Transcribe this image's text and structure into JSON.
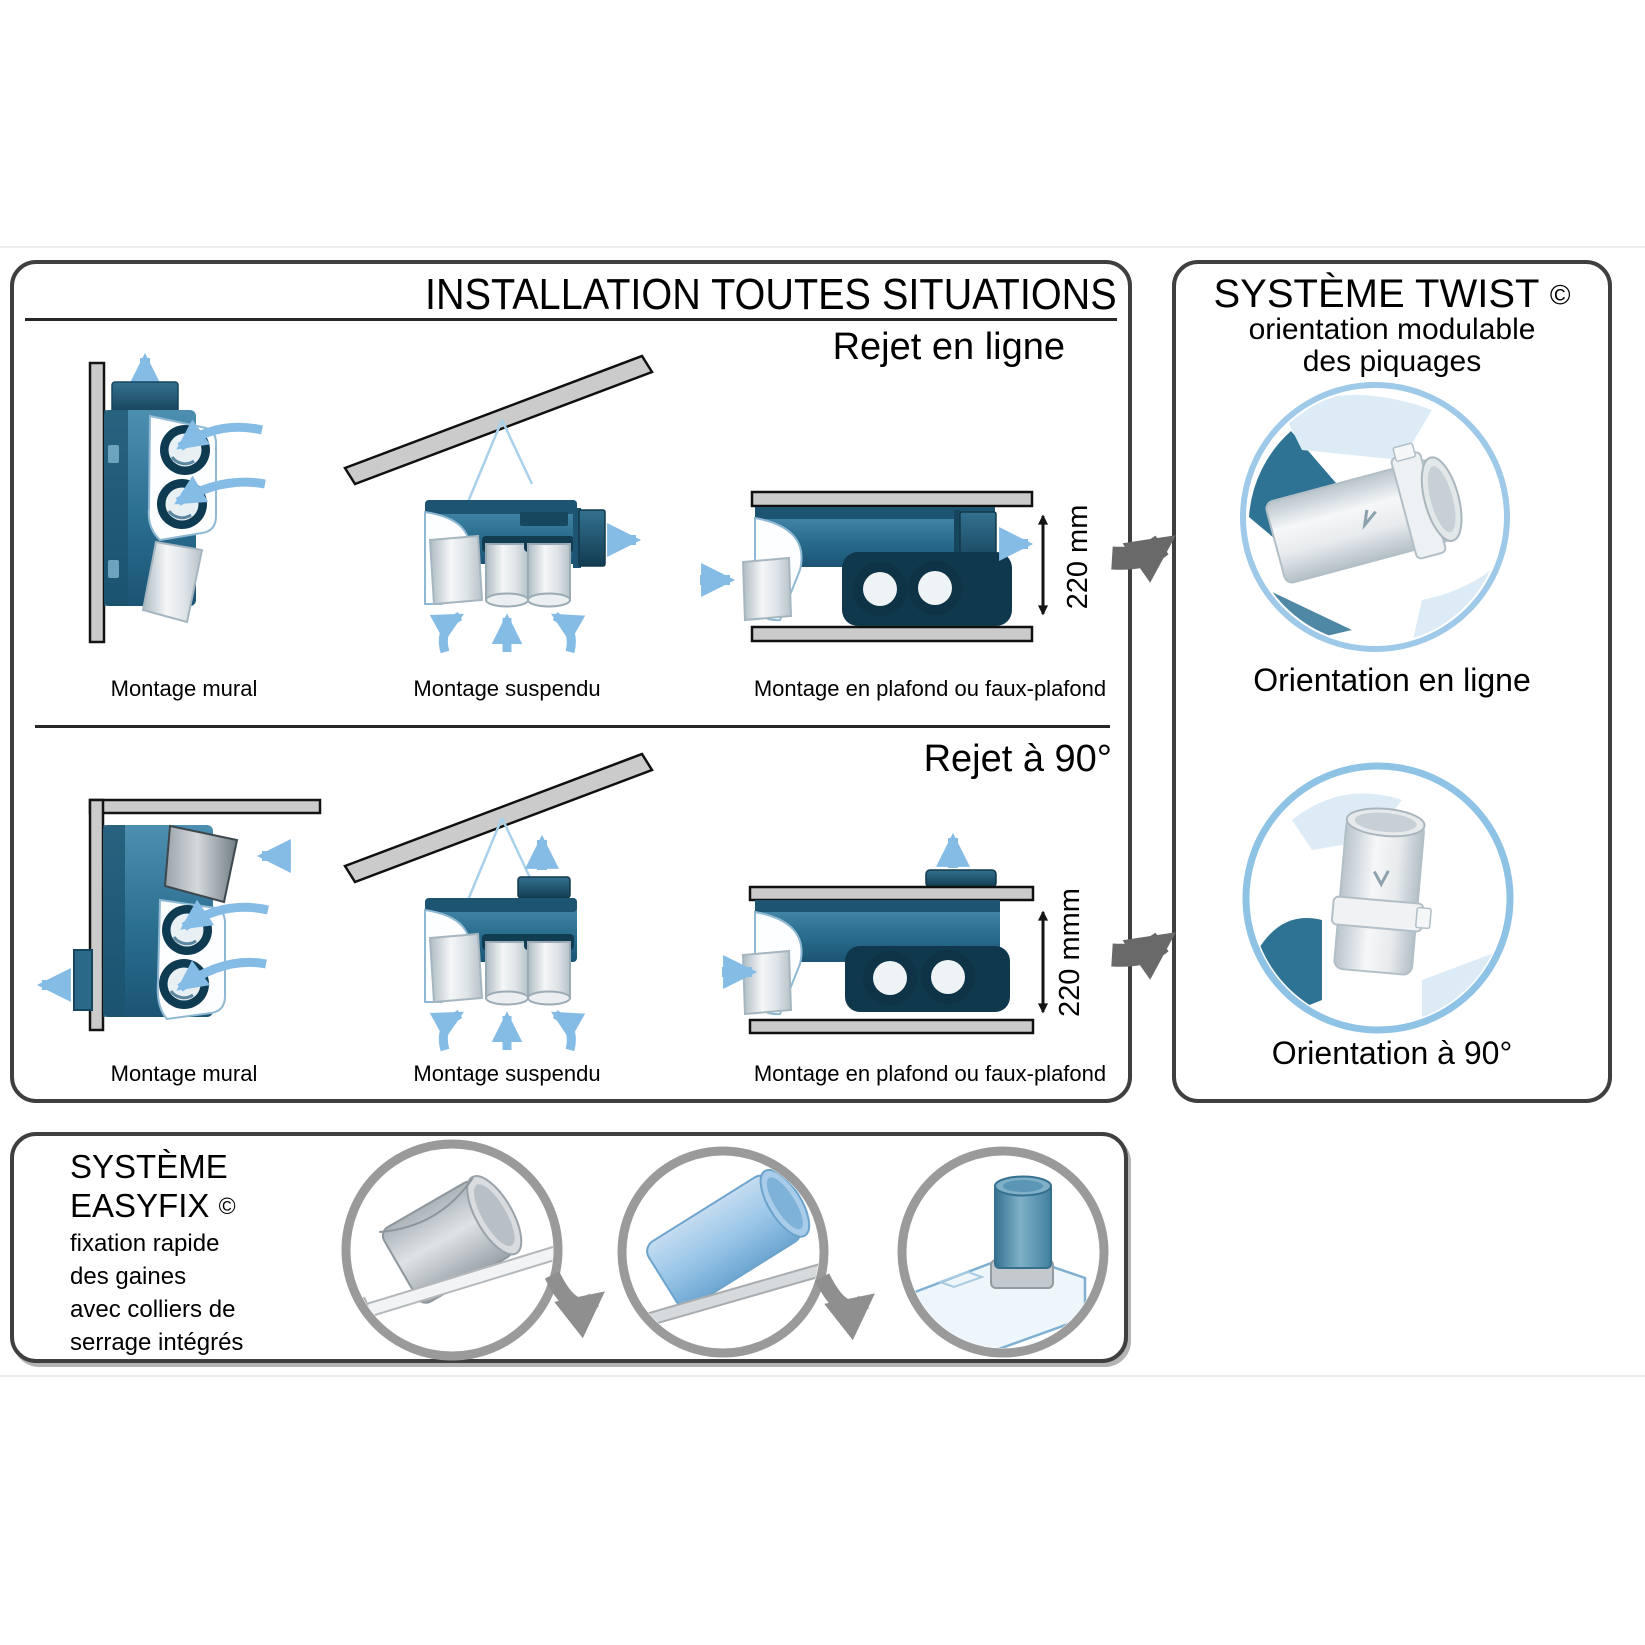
{
  "main_panel": {
    "title": "INSTALLATION TOUTES SITUATIONS",
    "rows": [
      {
        "heading": "Rejet en ligne",
        "dimension_label": "220 mm",
        "captions": {
          "wall": "Montage mural",
          "suspended": "Montage suspendu",
          "ceiling": "Montage en plafond ou faux-plafond"
        }
      },
      {
        "heading": "Rejet à 90°",
        "dimension_label": "220 mmm",
        "captions": {
          "wall": "Montage mural",
          "suspended": "Montage suspendu",
          "ceiling": "Montage en plafond ou faux-plafond"
        }
      }
    ]
  },
  "twist_panel": {
    "title": "SYSTÈME TWIST",
    "copyright": "©",
    "subtitle_line1": "orientation modulable",
    "subtitle_line2": "des piquages",
    "captions": {
      "inline": "Orientation en ligne",
      "ninety": "Orientation à 90°"
    }
  },
  "easyfix_panel": {
    "title_line1": "SYSTÈME",
    "title_line2": "EASYFIX",
    "copyright": "©",
    "description_lines": [
      "fixation rapide",
      "des gaines",
      "avec colliers de",
      "serrage intégrés"
    ]
  },
  "colors": {
    "panel_border": "#3f3f3f",
    "accent_blue": "#85bce6",
    "teal_dark": "#1b5474",
    "teal_mid": "#2f7394",
    "wall_gray": "#cbcbcb",
    "connector_arrow_gray": "#696969",
    "easyfix_ring_gray": "#9a9a9a",
    "twist_ring_blue": "#9fc9e8"
  }
}
